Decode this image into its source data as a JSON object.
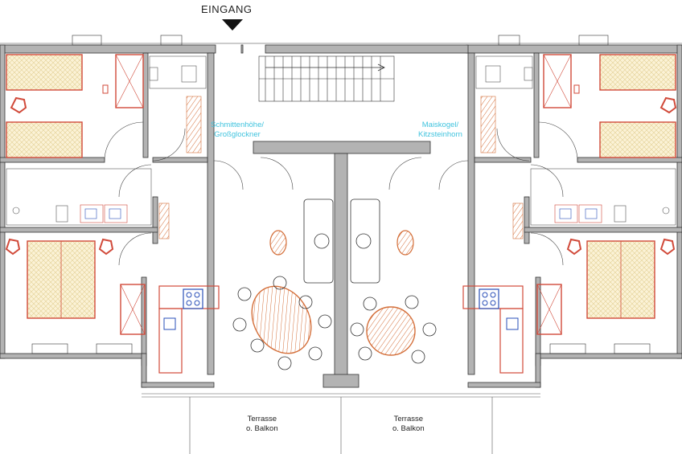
{
  "labels": {
    "entrance": "EINGANG",
    "apartment_left": [
      "Schmittenhöhe/",
      "Großglockner"
    ],
    "apartment_right": [
      "Maiskogel/",
      "Kitzsteinhorn"
    ],
    "terrace_left": [
      "Terrasse",
      "o. Balkon"
    ],
    "terrace_right": [
      "Terrasse",
      "o. Balkon"
    ]
  },
  "colors": {
    "wall_fill": "#b3b3b3",
    "wall_line": "#333333",
    "furniture_red": "#d14a3a",
    "bed_fill": "#fbf2d6",
    "label_cyan": "#3fc3de",
    "stove_blue": "#2a4fb8",
    "wood_orange": "#d46f3a"
  }
}
